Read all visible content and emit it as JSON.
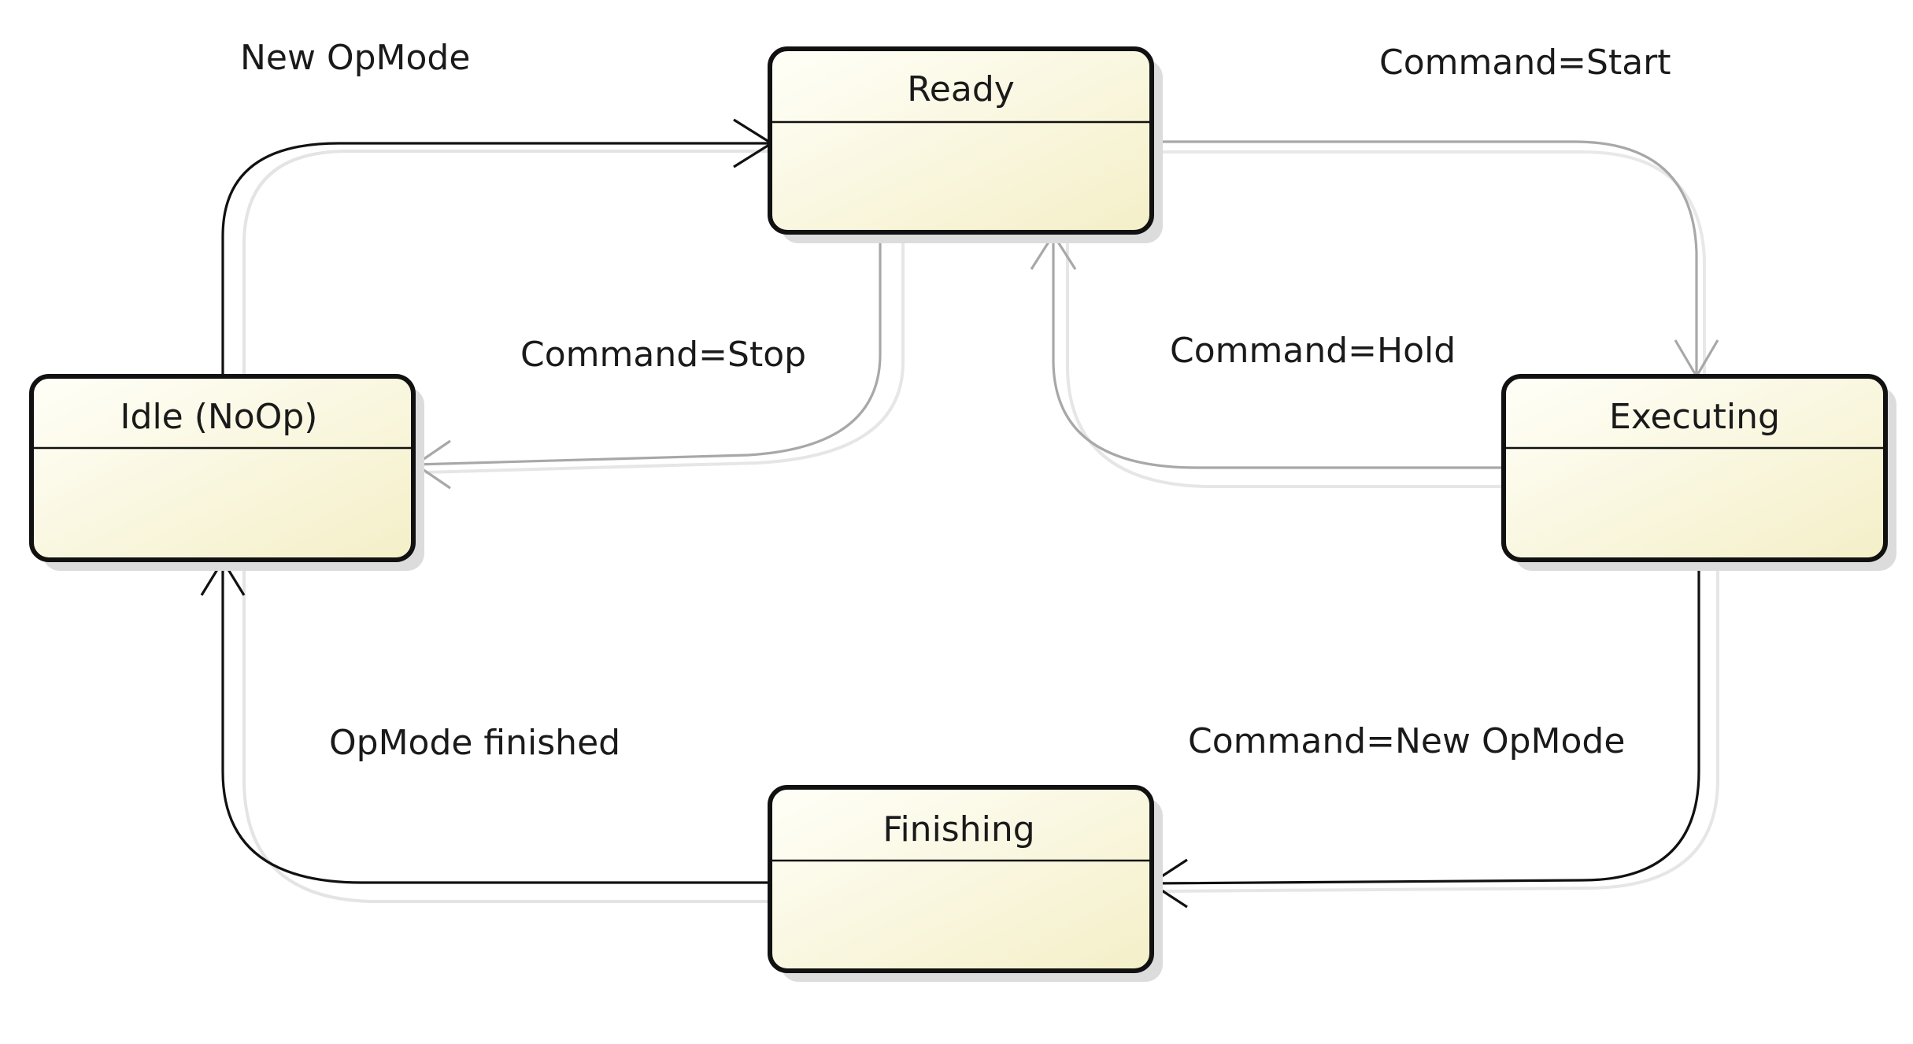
{
  "states": {
    "ready": "Ready",
    "idle": "Idle (NoOp)",
    "executing": "Executing",
    "finishing": "Finishing"
  },
  "transitions": {
    "new_opmode": "New OpMode",
    "command_start": "Command=Start",
    "command_stop": "Command=Stop",
    "command_hold": "Command=Hold",
    "command_new_opmode": "Command=New OpMode",
    "opmode_finished": "OpMode finished"
  },
  "colors": {
    "state_fill_light": "#fffff6",
    "state_fill_dark": "#f5f0cc",
    "state_border": "#111111",
    "arrow_dark": "#111111",
    "arrow_light": "#a8a8a8",
    "shadow": "#dddddd"
  }
}
